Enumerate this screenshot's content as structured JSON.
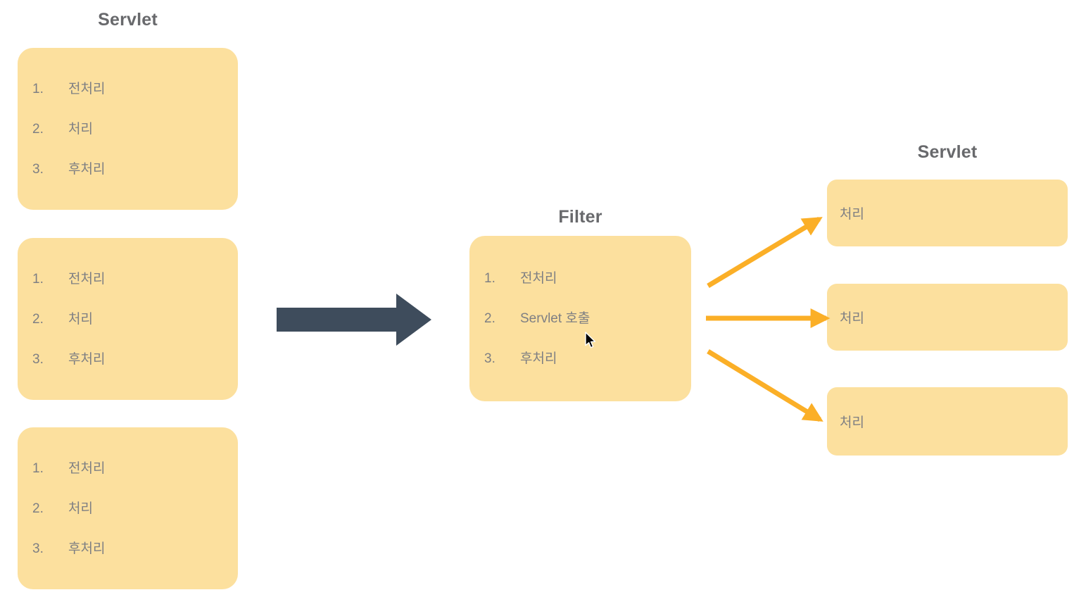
{
  "left": {
    "title": "Servlet",
    "boxes": [
      {
        "items": [
          {
            "num": "1.",
            "label": "전처리"
          },
          {
            "num": "2.",
            "label": "처리"
          },
          {
            "num": "3.",
            "label": "후처리"
          }
        ]
      },
      {
        "items": [
          {
            "num": "1.",
            "label": "전처리"
          },
          {
            "num": "2.",
            "label": "처리"
          },
          {
            "num": "3.",
            "label": "후처리"
          }
        ]
      },
      {
        "items": [
          {
            "num": "1.",
            "label": "전처리"
          },
          {
            "num": "2.",
            "label": "처리"
          },
          {
            "num": "3.",
            "label": "후처리"
          }
        ]
      }
    ]
  },
  "filter": {
    "title": "Filter",
    "items": [
      {
        "num": "1.",
        "label": "전처리"
      },
      {
        "num": "2.",
        "label": "Servlet 호출"
      },
      {
        "num": "3.",
        "label": "후처리"
      }
    ]
  },
  "right": {
    "title": "Servlet",
    "boxes": [
      {
        "label": "처리"
      },
      {
        "label": "처리"
      },
      {
        "label": "처리"
      }
    ]
  },
  "colors": {
    "box_fill": "#FCE09E",
    "arrow_orange": "#FBAF27",
    "arrow_dark": "#3E4C5C",
    "text": "#7E7F83",
    "title": "#68696C",
    "background": "#FFFFFF"
  }
}
